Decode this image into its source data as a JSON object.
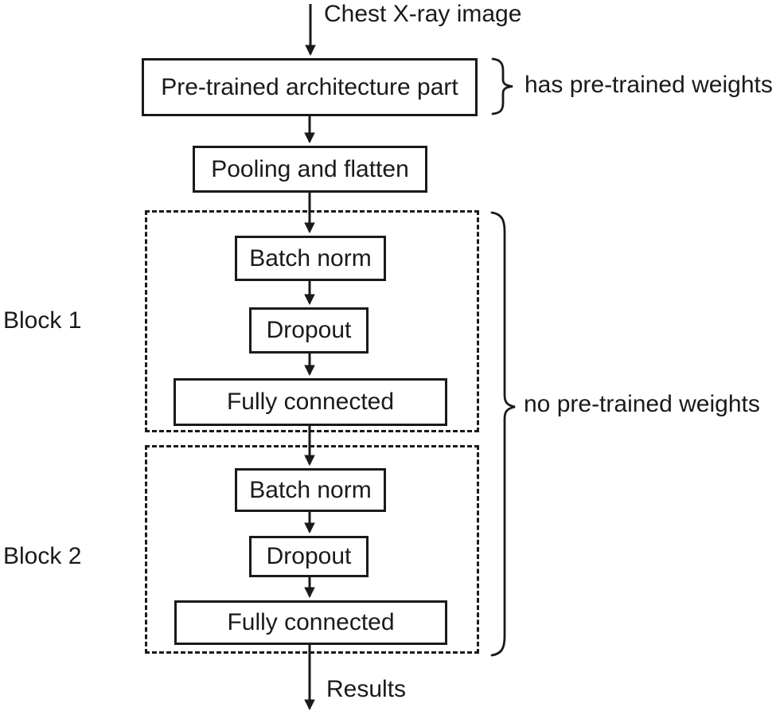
{
  "diagram": {
    "input_label": "Chest X-ray image",
    "output_label": "Results",
    "nodes": {
      "pretrained": "Pre-trained architecture part",
      "pooling": "Pooling and flatten"
    },
    "blocks": [
      {
        "label": "Block 1",
        "layers": [
          "Batch norm",
          "Dropout",
          "Fully connected"
        ]
      },
      {
        "label": "Block 2",
        "layers": [
          "Batch norm",
          "Dropout",
          "Fully connected"
        ]
      }
    ],
    "annotations": {
      "pretrained_weights": "has pre-trained weights",
      "no_pretrained_weights": "no pre-trained weights"
    },
    "colors": {
      "line": "#1a1a1a",
      "background": "#ffffff"
    }
  }
}
